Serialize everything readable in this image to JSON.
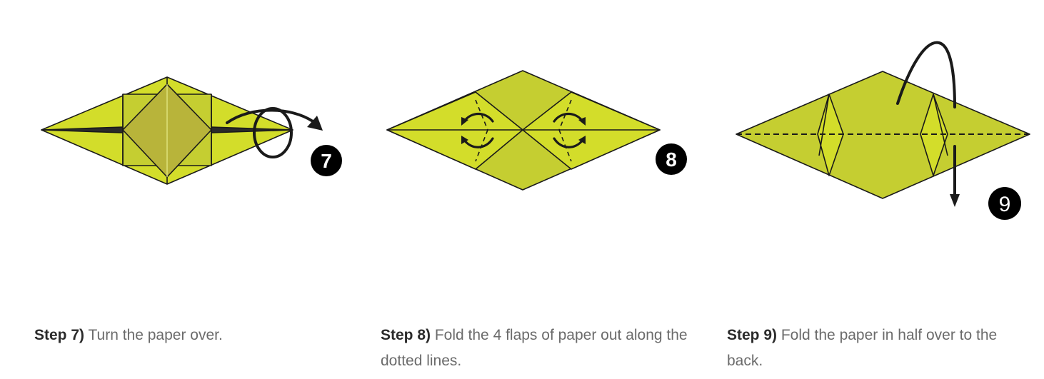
{
  "steps": [
    {
      "label": "Step 7)",
      "text": " Turn the paper over.",
      "badge": "7",
      "icon": "turn-over-icon"
    },
    {
      "label": "Step 8)",
      "text": " Fold the 4 flaps of paper out along the dotted lines.",
      "badge": "8",
      "icon": "fold-out-icon"
    },
    {
      "label": "Step 9)",
      "text": " Fold the paper in half over to the back.",
      "badge": "9",
      "icon": "fold-back-icon"
    }
  ],
  "colors": {
    "paper": "#C5CE31",
    "paper_light": "#D3DD2A",
    "paper_dark": "#B8B43A",
    "outline": "#1a1a1a",
    "badge": "#000000",
    "label": "#2b2b2b",
    "body_text": "#6b6b6b"
  }
}
